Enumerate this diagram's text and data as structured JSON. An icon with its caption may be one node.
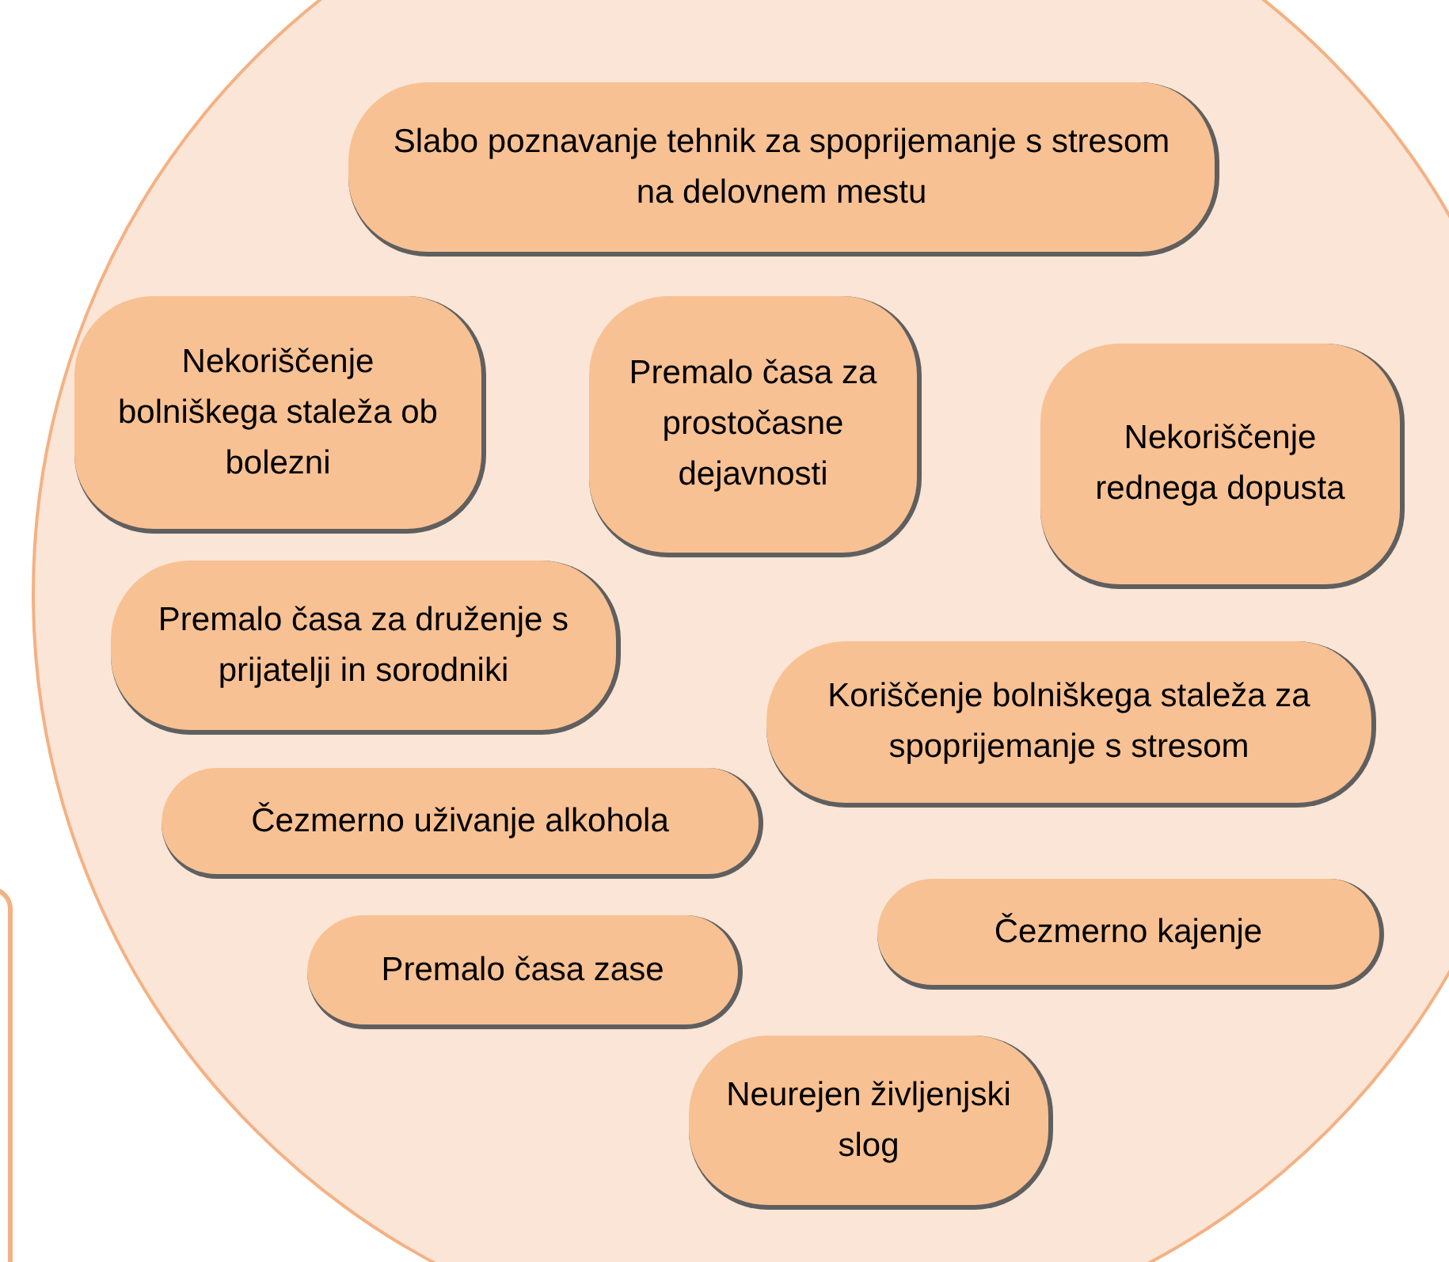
{
  "diagram": {
    "nodes": [
      {
        "text": [],
        "shape": "circle"
      },
      {
        "text": [
          "Slabo poznavanje tehnik za spoprijemanje s stresom na delovnem mestu"
        ],
        "in": 0
      },
      {
        "text": [
          "Nekoriščenje bolniškega staleža ob bolezni"
        ],
        "in": 0
      },
      {
        "text": [
          "Premalo časa za prostočasne dejavnosti"
        ],
        "in": 0
      },
      {
        "text": [
          "Nekoriščenje rednega dopusta"
        ],
        "in": 0
      },
      {
        "text": [
          "Premalo časa za druženje s prijatelji in sorodniki"
        ],
        "in": 0
      },
      {
        "text": [
          "Koriščenje bolniškega staleža za spoprijemanje s stresom"
        ],
        "in": 0
      },
      {
        "text": [
          "Čezmerno uživanje alkohola"
        ],
        "in": 0
      },
      {
        "text": [
          "Čezmerno kajenje"
        ],
        "in": 0
      },
      {
        "text": [
          "Premalo časa zase"
        ],
        "in": 0
      },
      {
        "text": [
          "Neurejen življenjski slog"
        ],
        "in": 0
      }
    ],
    "edges": []
  }
}
